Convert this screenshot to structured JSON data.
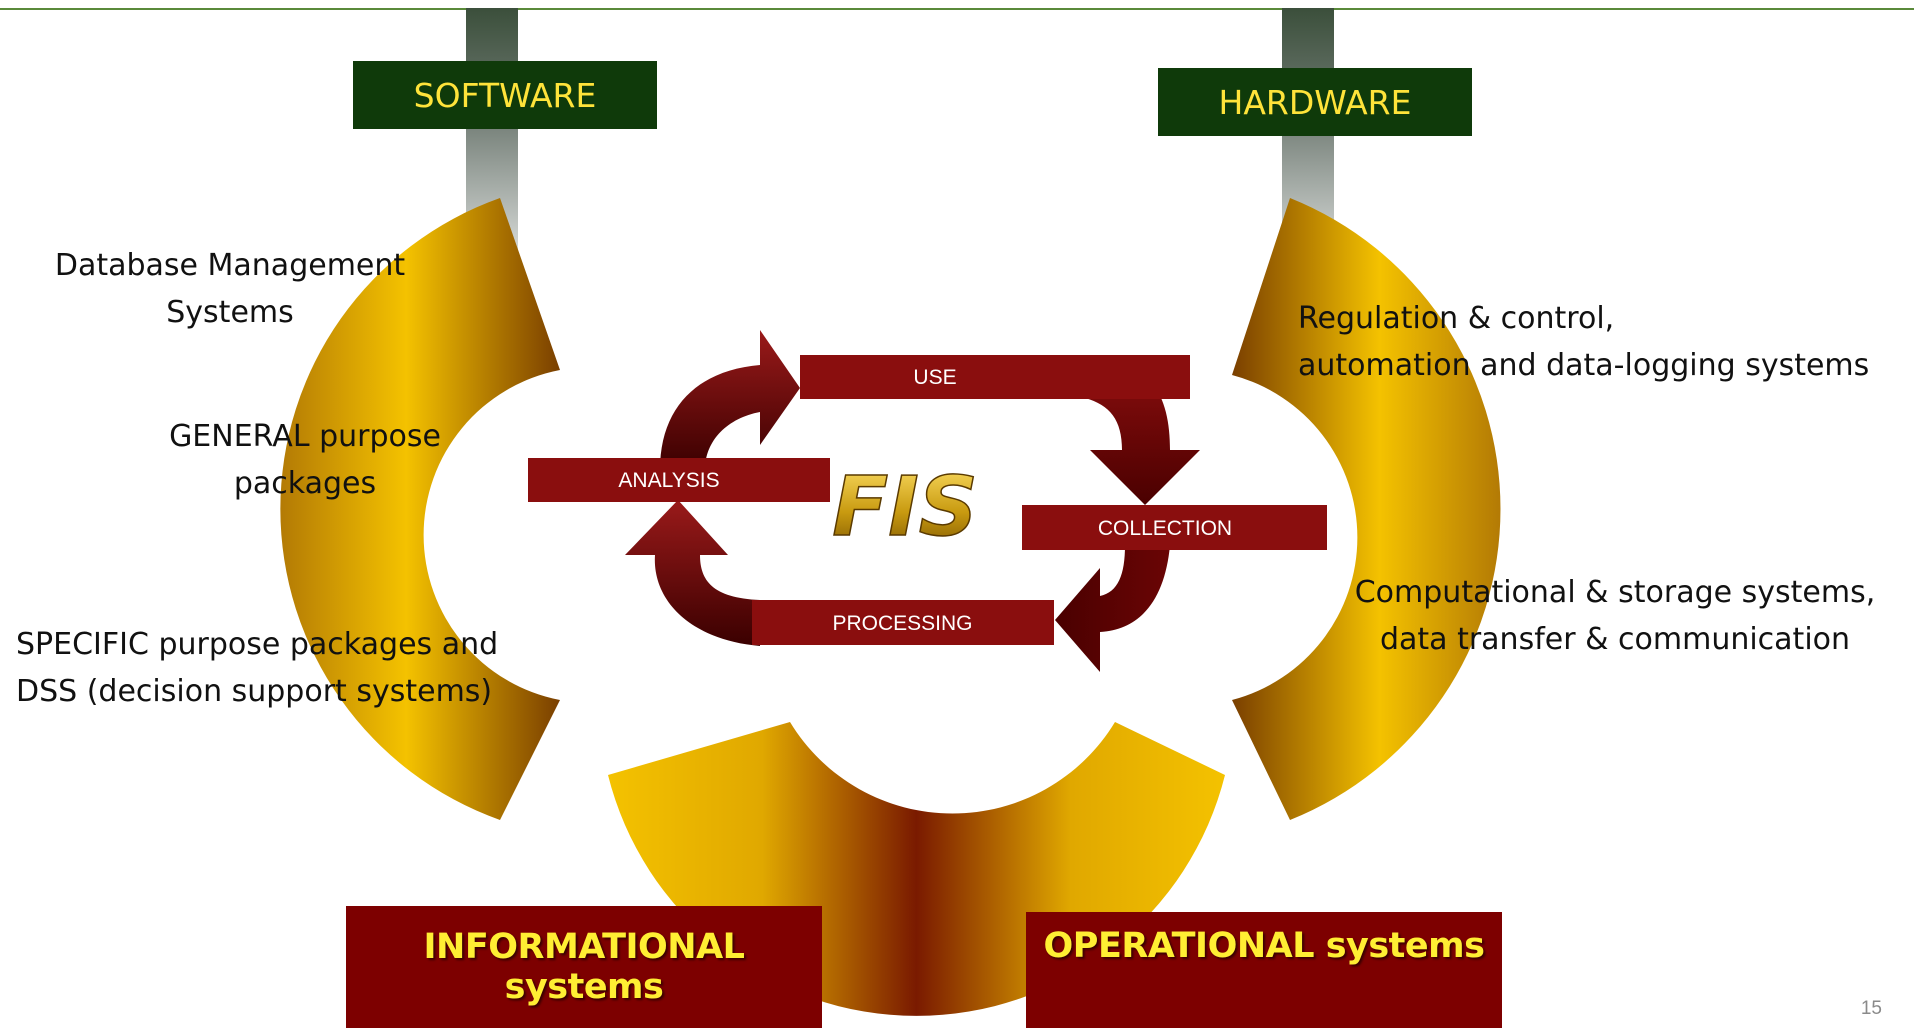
{
  "headers": {
    "software": "SOFTWARE",
    "hardware": "HARDWARE"
  },
  "software_items": {
    "dbms_line1": "Database Management",
    "dbms_line2": "Systems",
    "general_line1": "GENERAL purpose",
    "general_line2": "packages",
    "specific_line1": "SPECIFIC purpose packages and",
    "specific_line2": "DSS (decision support systems)"
  },
  "hardware_items": {
    "regulation_line1": "Regulation & control,",
    "regulation_line2": "automation and data-logging systems",
    "computational_line1": "Computational & storage systems,",
    "computational_line2": "data transfer & communication"
  },
  "cycle": {
    "center_label": "FIS",
    "stages": {
      "use": "USE",
      "analysis": "ANALYSIS",
      "collection": "COLLECTION",
      "processing": "PROCESSING"
    }
  },
  "bottom": {
    "informational_line1": "INFORMATIONAL",
    "informational_line2": "systems",
    "operational": "OPERATIONAL systems"
  },
  "page_number": "15",
  "colors": {
    "arc_gold": "#f5c400",
    "arc_dark": "#7a3d00",
    "box_red": "#7d0000",
    "header_green": "#0f3a0a",
    "header_text": "#ffe33a",
    "top_rule": "#5a8a3a"
  }
}
